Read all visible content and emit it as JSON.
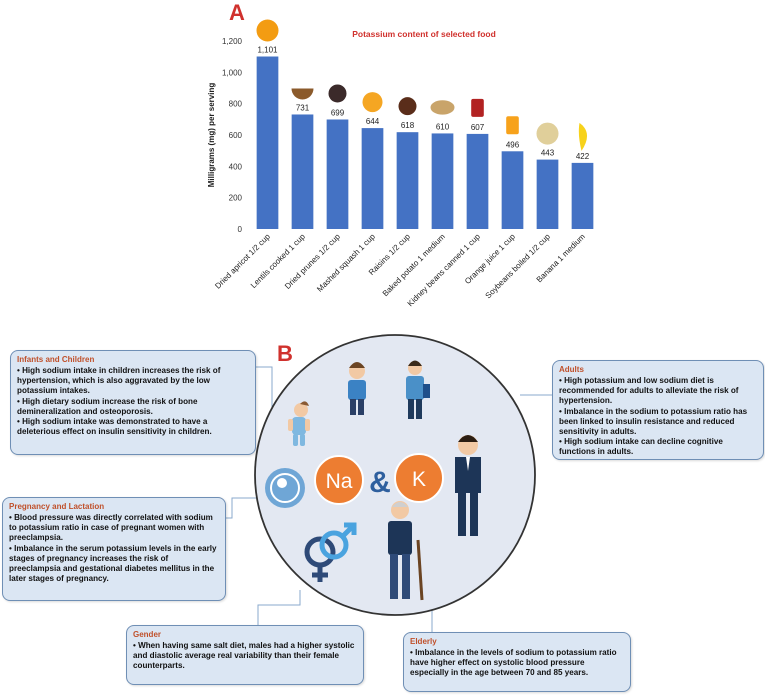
{
  "panel_a_label": "A",
  "panel_b_label": "B",
  "chart_data": {
    "type": "bar",
    "title": "Potassium content of selected food",
    "xlabel": "",
    "ylabel": "Milligrams (mg) per serving",
    "ylim": [
      0,
      1200
    ],
    "yticks": [
      "0",
      "200",
      "400",
      "600",
      "800",
      "1,000",
      "1,200"
    ],
    "grid": false,
    "categories": [
      "Dried apricot 1/2 cup",
      "Lentils cooked 1 cup",
      "Dried prunes 1/2 cup",
      "Mashed squash 1 cup",
      "Raisins 1/2 cup",
      "Baked potato 1 medium",
      "Kidney beans canned 1 cup",
      "Orange juice 1 cup",
      "Soybeans boiled 1/2 cup",
      "Banana 1 medium"
    ],
    "values": [
      1101,
      731,
      699,
      644,
      618,
      610,
      607,
      496,
      443,
      422
    ],
    "value_labels": [
      "1,101",
      "731",
      "699",
      "644",
      "618",
      "610",
      "607",
      "496",
      "443",
      "422"
    ],
    "bar_color": "#4472c4",
    "title_color": "#d0312d"
  },
  "diagram": {
    "center_left": "Na",
    "center_amp": "&",
    "center_right": "K",
    "circle_color": "#e3e8f2",
    "node_color": "#ed7d31",
    "icons": [
      "child-icon",
      "boy-icon",
      "student-icon",
      "adult-man-icon",
      "elderly-man-icon",
      "fetus-icon",
      "gender-symbol-icon"
    ]
  },
  "boxes": {
    "infants": {
      "title": "Infants and Children",
      "text": "• High sodium intake in children increases the risk of hypertension, which is also aggravated by the low potassium intakes.\n• High dietary sodium increase the risk of bone demineralization and osteoporosis.\n• High sodium intake was demonstrated to have a deleterious effect on insulin sensitivity in children."
    },
    "adults": {
      "title": "Adults",
      "text": "• High potassium and low sodium diet is recommended for adults to alleviate the risk of hypertension.\n• Imbalance in the sodium to potassium ratio has been linked to insulin resistance and reduced sensitivity in adults.\n• High sodium intake can decline cognitive functions in adults."
    },
    "pregnancy": {
      "title": "Pregnancy and Lactation",
      "text": "• Blood pressure was directly correlated with sodium to potassium ratio in case of pregnant women with preeclampsia.\n• Imbalance in the serum potassium levels in the early stages of pregnancy increases the risk of preeclampsia and gestational diabetes mellitus in the later stages of pregnancy."
    },
    "gender": {
      "title": "Gender",
      "text": "• When having same salt diet, males had a higher systolic and diastolic average real variability than their female counterparts."
    },
    "elderly": {
      "title": "Elderly",
      "text": "• Imbalance in the levels of sodium to potassium ratio have higher effect on systolic blood pressure especially in the age between 70 and 85 years."
    }
  }
}
